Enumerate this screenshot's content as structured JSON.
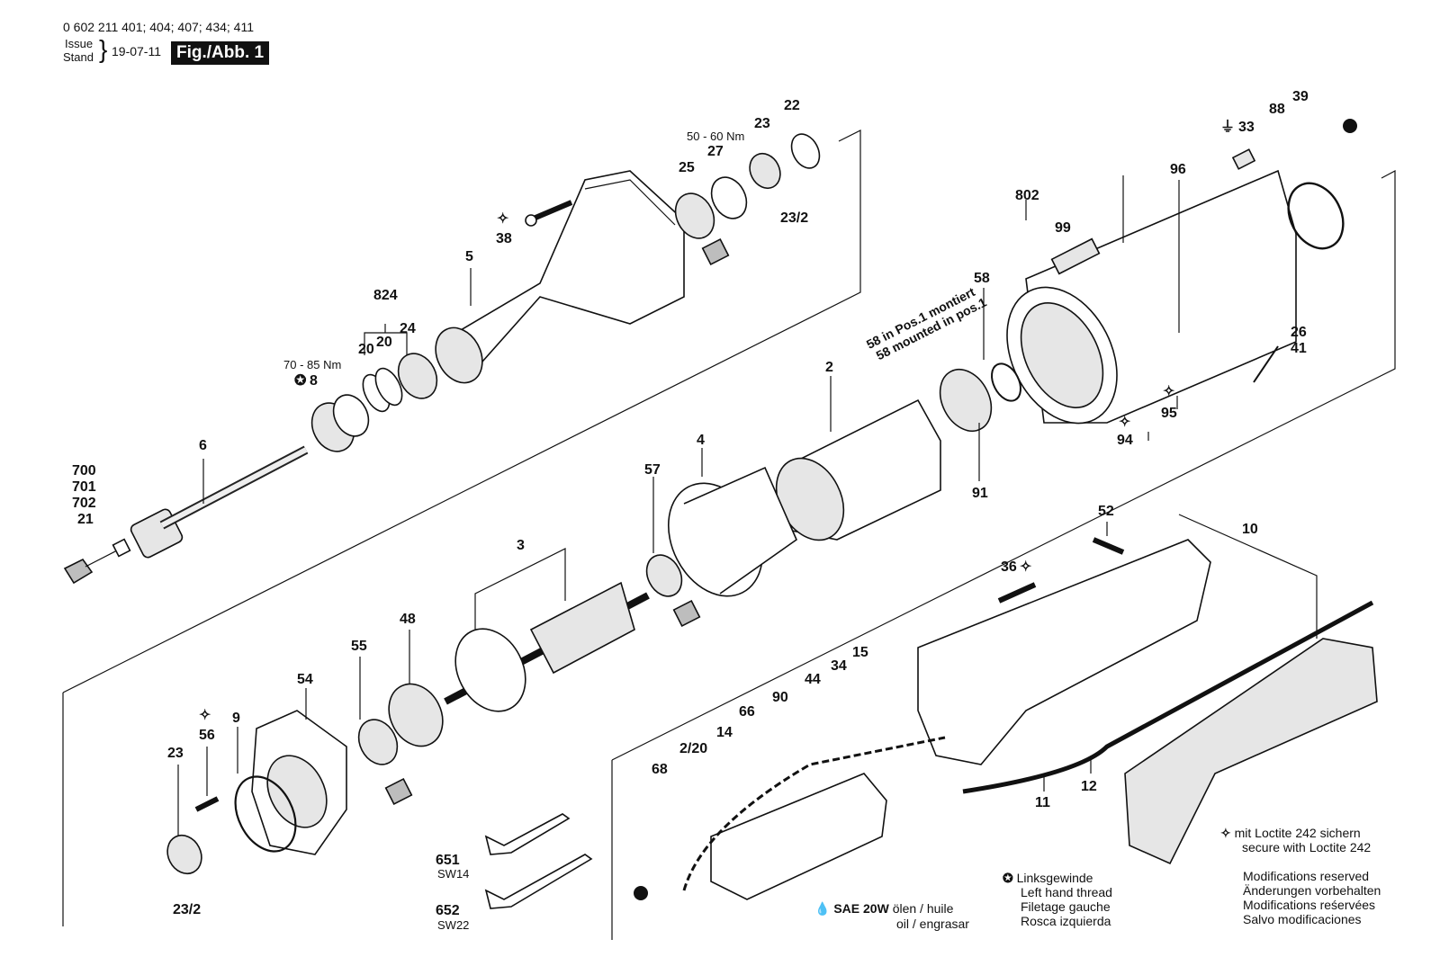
{
  "header": {
    "part_numbers": "0 602 211 401; 404; 407; 434; 411",
    "issue_label": "Issue",
    "stand_label": "Stand",
    "date": "19-07-11",
    "figure": "Fig./Abb. 1"
  },
  "torque": {
    "t1": "50 - 60 Nm",
    "t2": "70 - 85 Nm"
  },
  "mount_note": {
    "line1": "58 in Pos.1 montiert",
    "line2": "58 mounted in pos.1"
  },
  "labels": {
    "l700": "700",
    "l701": "701",
    "l702": "702",
    "l21": "21",
    "l6": "6",
    "l8": "8",
    "l20a": "20",
    "l20b": "20",
    "l24": "24",
    "l824": "824",
    "l5": "5",
    "l38": "38",
    "l25": "25",
    "l27": "27",
    "l23top": "23",
    "l22": "22",
    "l23_2top": "23/2",
    "l802": "802",
    "l99": "99",
    "l96": "96",
    "l58": "58",
    "l33": "33",
    "l88": "88",
    "l39": "39",
    "l26": "26",
    "l41": "41",
    "l95": "95",
    "l94": "94",
    "l2": "2",
    "l91": "91",
    "l4": "4",
    "l57": "57",
    "l3": "3",
    "l48": "48",
    "l55": "55",
    "l54": "54",
    "l9": "9",
    "l56": "56",
    "l23bot": "23",
    "l23_2bot": "23/2",
    "l651": "651",
    "l652": "652",
    "l52": "52",
    "l10": "10",
    "l36": "36",
    "l66": "66",
    "l90": "90",
    "l44": "44",
    "l34": "34",
    "l15": "15",
    "l14": "14",
    "l2_20": "2/20",
    "l68": "68",
    "l11": "11",
    "l12": "12"
  },
  "wrench": {
    "sw14": "SW14",
    "sw22": "SW22"
  },
  "legend": {
    "oil_strong": "SAE 20W",
    "oil_line1": "ölen / huile",
    "oil_line2": "oil / engrasar",
    "left_hand": [
      "Linksgewinde",
      "Left hand thread",
      "Filetage gauche",
      "Rosca izquierda"
    ],
    "loctite": [
      "mit Loctite 242 sichern",
      "secure with Loctite 242"
    ],
    "modifications": [
      "Modifications reserved",
      "Änderungen vorbehalten",
      "Modifications reśervées",
      "Salvo modificaciones"
    ]
  }
}
